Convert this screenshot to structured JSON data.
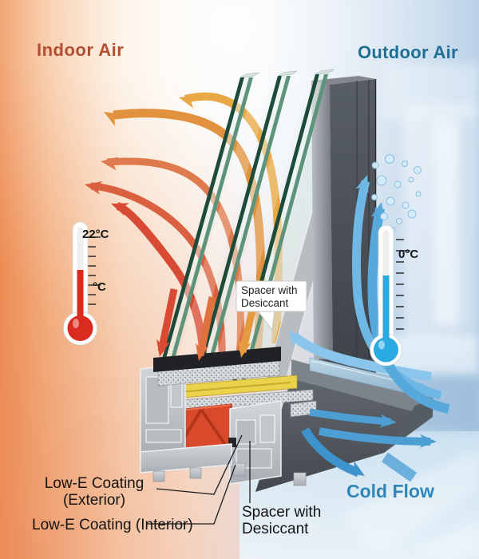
{
  "figure": {
    "indoor_air_label": "Indoor Air",
    "outdoor_air_label": "Outdoor Air",
    "indoor_temperature": "22°C",
    "indoor_scale_unit": "°C",
    "outdoor_temperature": "0°C",
    "spacer_callout": {
      "line1": "Spacer with",
      "line2": "Desiccant"
    },
    "low_e_exterior": {
      "line1": "Low-E Coating",
      "line2": "(Exterior)"
    },
    "low_e_interior": "Low-E Coating (Interior)",
    "spacer_bottom": {
      "line1": "Spacer with",
      "line2": "Desiccant"
    },
    "cold_flow_label": "Cold Flow"
  },
  "colors": {
    "indoor_label": "#b14e33",
    "outdoor_label": "#1e6e95",
    "cold_flow_label": "#2f86ba",
    "warm_arrow_amber": "#e8a845",
    "warm_arrow_red": "#d84a33",
    "cold_arrow": "#57a9dc",
    "glass_edge_green": "#1e4a39",
    "frame_gray": "#474c52",
    "reinforcement_red": "#d94a2c",
    "insulation_yellow": "#ead24b"
  }
}
